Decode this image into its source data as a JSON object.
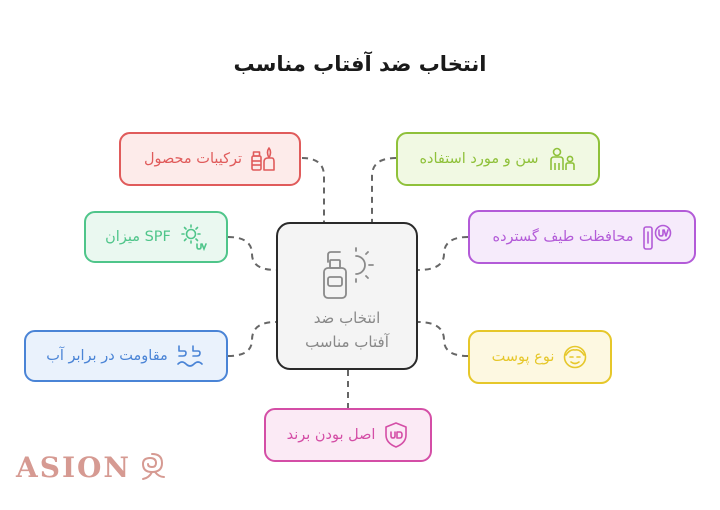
{
  "title": "انتخاب ضد آفتاب مناسب",
  "center": {
    "line1": "انتخاب ضد",
    "line2": "آفتاب مناسب",
    "icon": "sunscreen-bottle-sun-icon"
  },
  "nodes": {
    "ingredients": {
      "label": "ترکیبات محصول",
      "icon": "ingredients-icon",
      "color": "#e05b5b",
      "bg": "#fdebea"
    },
    "age_usage": {
      "label": "سن و مورد استفاده",
      "icon": "people-icon",
      "color": "#8fc13a",
      "bg": "#f1f9e3"
    },
    "spf": {
      "label": "SPF میزان",
      "icon": "sun-uv-icon",
      "color": "#4fc58a",
      "bg": "#eaf8f0"
    },
    "broad_spectrum": {
      "label": "محافظت طیف گسترده",
      "icon": "uv-shield-icon",
      "color": "#b35bd8",
      "bg": "#f6ebfb"
    },
    "water_resistance": {
      "label": "مقاومت در برابر آب",
      "icon": "water-wave-icon",
      "color": "#4a84d6",
      "bg": "#eaf2fc"
    },
    "skin_type": {
      "label": "نوع پوست",
      "icon": "face-icon",
      "color": "#e6c72a",
      "bg": "#fdf8e1"
    },
    "brand": {
      "label": "اصل بودن برند",
      "icon": "brand-shield-icon",
      "color": "#d44ea6",
      "bg": "#fbeaf5"
    }
  },
  "logo": {
    "text": "ASION",
    "icon": "rose-icon",
    "color": "#d69a92"
  }
}
